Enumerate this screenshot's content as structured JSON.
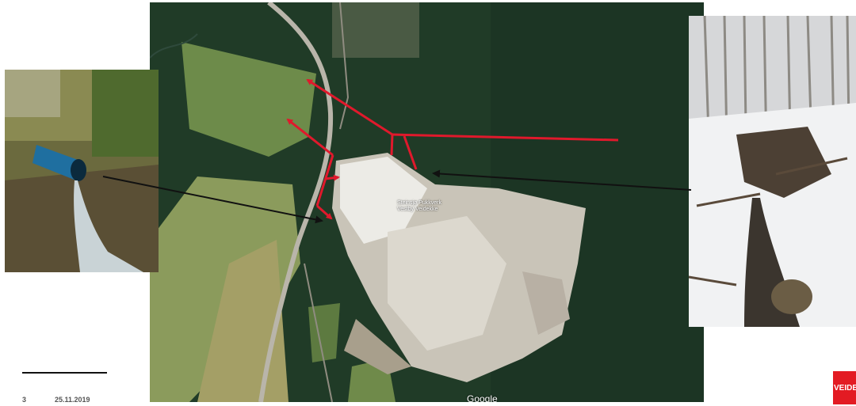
{
  "footer": {
    "slide_number": "3",
    "date": "25.11.2019"
  },
  "logo": {
    "text": "VEIDEKKE",
    "color": "#e31b23"
  },
  "map": {
    "site_label_line1": "Steinsjø Pukkverk",
    "site_label_line2": "Vestby Veidekke",
    "attribution": "Google"
  },
  "colors": {
    "arrow_red": "#e0192c",
    "arrow_black": "#111111"
  }
}
